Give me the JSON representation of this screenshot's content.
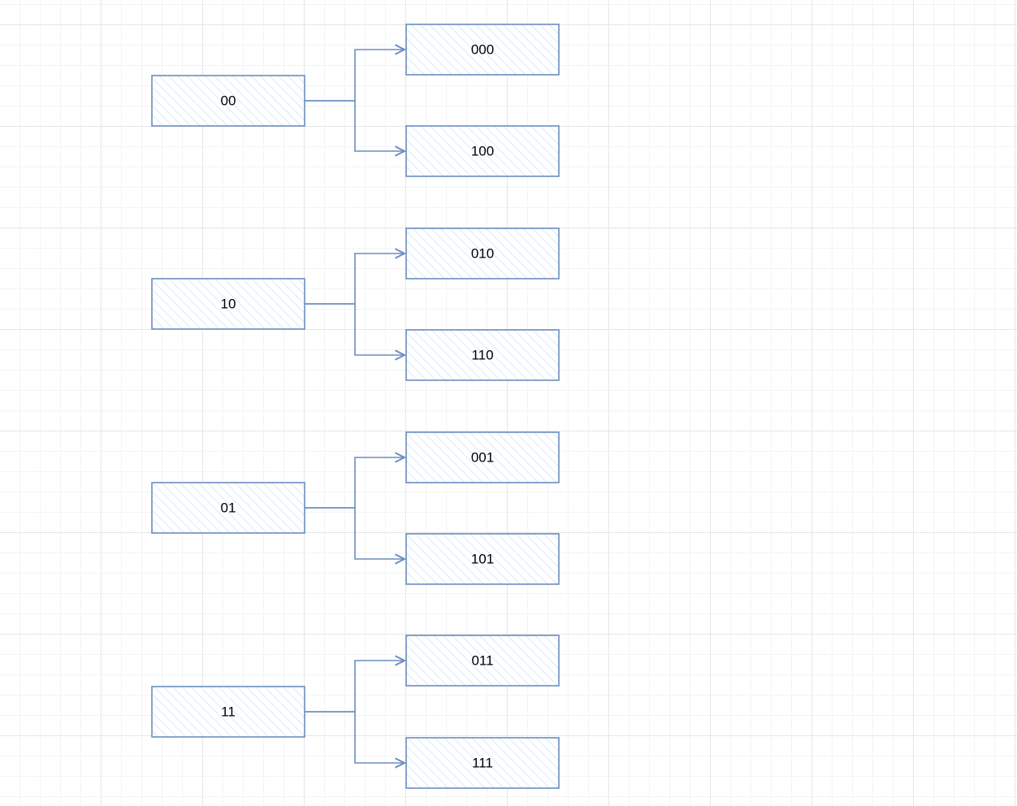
{
  "diagram": {
    "style": {
      "stroke_color": "#6c8ebf",
      "hatch_color": "#dae8fc",
      "grid_color": "#e4e6ea"
    },
    "sources": [
      {
        "label": "00"
      },
      {
        "label": "10"
      },
      {
        "label": "01"
      },
      {
        "label": "11"
      }
    ],
    "targets": [
      {
        "label": "000",
        "parent": "00"
      },
      {
        "label": "100",
        "parent": "00"
      },
      {
        "label": "010",
        "parent": "10"
      },
      {
        "label": "110",
        "parent": "10"
      },
      {
        "label": "001",
        "parent": "01"
      },
      {
        "label": "101",
        "parent": "01"
      },
      {
        "label": "011",
        "parent": "11"
      },
      {
        "label": "111",
        "parent": "11"
      }
    ]
  }
}
